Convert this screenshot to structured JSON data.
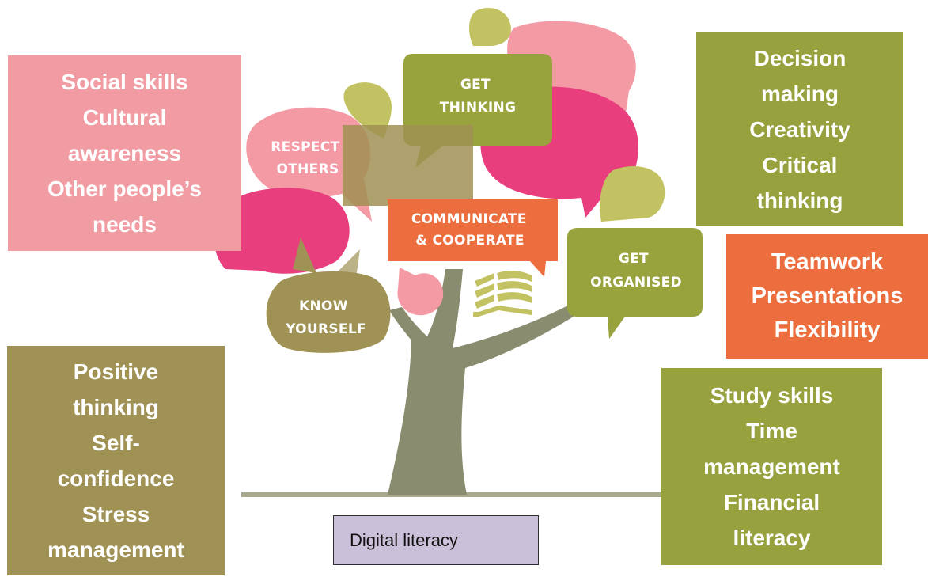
{
  "tree": {
    "bubbles": {
      "get_thinking": [
        "GET",
        "THINKING"
      ],
      "respect_others": [
        "RESPECT",
        "OTHERS"
      ],
      "communicate": [
        "COMMUNICATE",
        "& COOPERATE"
      ],
      "get_organised": [
        "GET",
        "ORGANISED"
      ],
      "know_yourself": [
        "KNOW",
        "YOURSELF"
      ]
    }
  },
  "boxes": {
    "social": [
      "Social skills",
      "Cultural",
      "awareness",
      "Other people’s",
      "needs"
    ],
    "decision": [
      "Decision",
      "making",
      "Creativity",
      "Critical",
      "thinking"
    ],
    "teamwork": [
      "Teamwork",
      "Presentations",
      "Flexibility"
    ],
    "positive": [
      "Positive",
      "thinking",
      "Self-",
      "confidence",
      "Stress",
      "management"
    ],
    "study": [
      "Study skills",
      "Time",
      "management",
      "Financial",
      "literacy"
    ],
    "digital": "Digital literacy"
  },
  "colors": {
    "pink_light": "#f19ba3",
    "pink_hot": "#e83e7e",
    "olive": "#97a13d",
    "olive_light": "#c3c262",
    "khaki": "#a09154",
    "orange": "#ec6d3d",
    "trunk": "#8a8c6f",
    "lavender": "#cbc0d9"
  }
}
